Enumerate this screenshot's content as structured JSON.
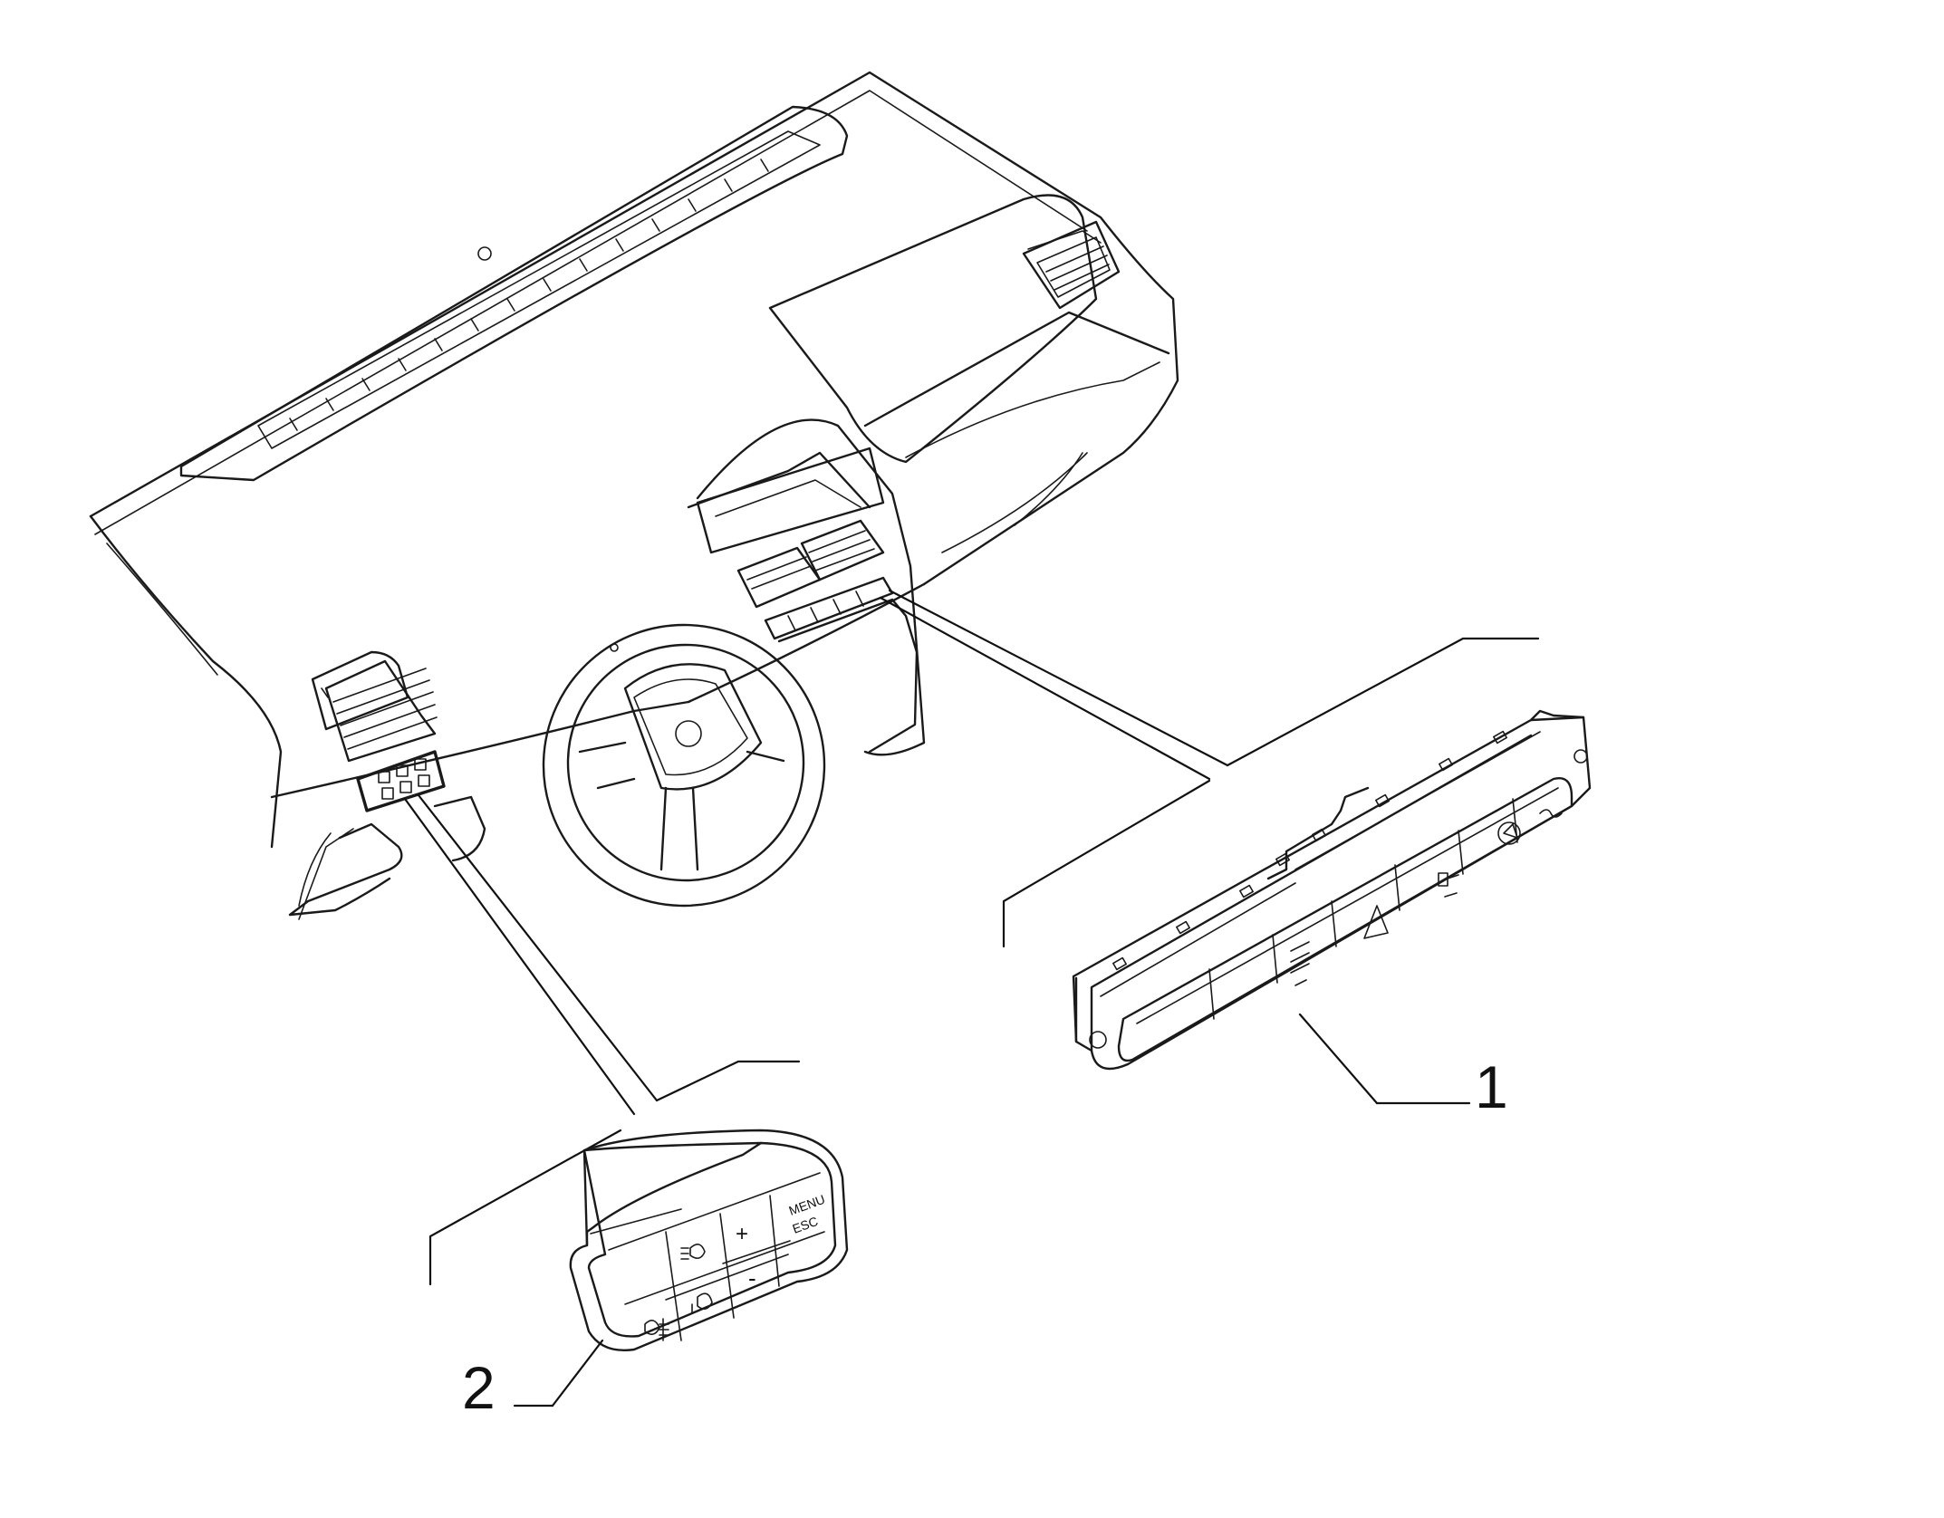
{
  "callouts": [
    {
      "label": "1"
    },
    {
      "label": "2"
    }
  ],
  "keypad": {
    "menu_label": "MENU",
    "esc_label": "ESC",
    "plus_label": "+",
    "minus_label": "-"
  }
}
